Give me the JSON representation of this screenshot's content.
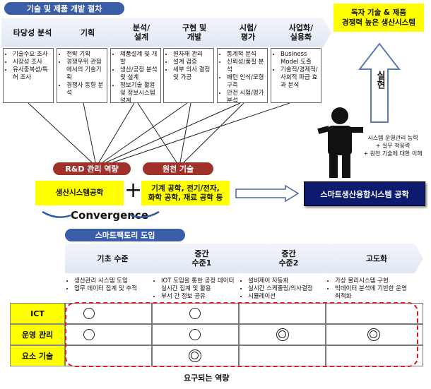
{
  "top_banner": "기술 및 제품 개발 절차",
  "stages": [
    {
      "label": "타당성 분석",
      "items": [
        "기술수요 조사",
        "시장성 조사",
        "유사중복성/특허 조사"
      ]
    },
    {
      "label": "기획",
      "items": [
        "전략 기획",
        "경쟁우위 관점에서의 기술기획",
        "경쟁사 동향 분석"
      ]
    },
    {
      "label": "분석/\n설계",
      "items": [
        "제품설계 및 개발",
        "생산/공정 분석 및 설계",
        "정보기술 활용 및 정보시스템 설계"
      ]
    },
    {
      "label": "구현 및\n개발",
      "items": [
        "원자재 관리",
        "설계 검증",
        "세부 의사 결정 및 가공"
      ]
    },
    {
      "label": "시험/\n평가",
      "items": [
        "통계적 분석",
        "신뢰성/품질 분석",
        "패턴 인식/모형 구축",
        "안전 시험/평가 분석"
      ]
    },
    {
      "label": "사업화/\n실용화",
      "items": [
        "Business Model 도출",
        "기술적/경제적/사회적 파급 효과 분석"
      ]
    }
  ],
  "goal_box": "독자 기술 & 제품\n경쟁력 높은 생산시스템",
  "arrow_label": "실현",
  "capability_note": [
    "시스템 운영관리 능력",
    "+ 실무 적응력",
    "+ 원천 기술에 대한 이해"
  ],
  "pill_rd": "R&D 관리 역량",
  "pill_source": "원천 기술",
  "box_production": "생산시스템공학",
  "plus_sign": "+",
  "box_engineering": "기계 공학, 전기/전자,\n화학 공학, 재료 공학 등",
  "result_box": "스마트생산융합시스템 공학",
  "convergence": "Convergence",
  "factory_banner": "스마트팩토리 도입",
  "levels": [
    {
      "label": "기초 수준",
      "items": [
        "생산관리 시스템 도입",
        "업무 데이터 집계 및 추적"
      ]
    },
    {
      "label": "중간\n수준1",
      "items": [
        "IOT 도입을 통한 공정 데이터 실시간 집계 및 활용",
        "부서 간 정보 공유"
      ]
    },
    {
      "label": "중간\n수준2",
      "items": [
        "설비제어 자동화",
        "실시간 스케줄링/의사결정",
        "시뮬레이션"
      ]
    },
    {
      "label": "고도화",
      "items": [
        "가상 물리시스템 구현",
        "빅데이터 분석에 기반한 운영 최적화"
      ]
    }
  ],
  "rows": [
    {
      "label": "ICT",
      "marks": [
        "single",
        "",
        "",
        ""
      ]
    },
    {
      "label": "운영 관리",
      "marks": [
        "single",
        "single",
        "double",
        "double"
      ]
    },
    {
      "label": "요소 기술",
      "marks": [
        "",
        "double",
        "",
        ""
      ]
    }
  ],
  "ict_col2_mark": "single",
  "footer": "요구되는 역량"
}
